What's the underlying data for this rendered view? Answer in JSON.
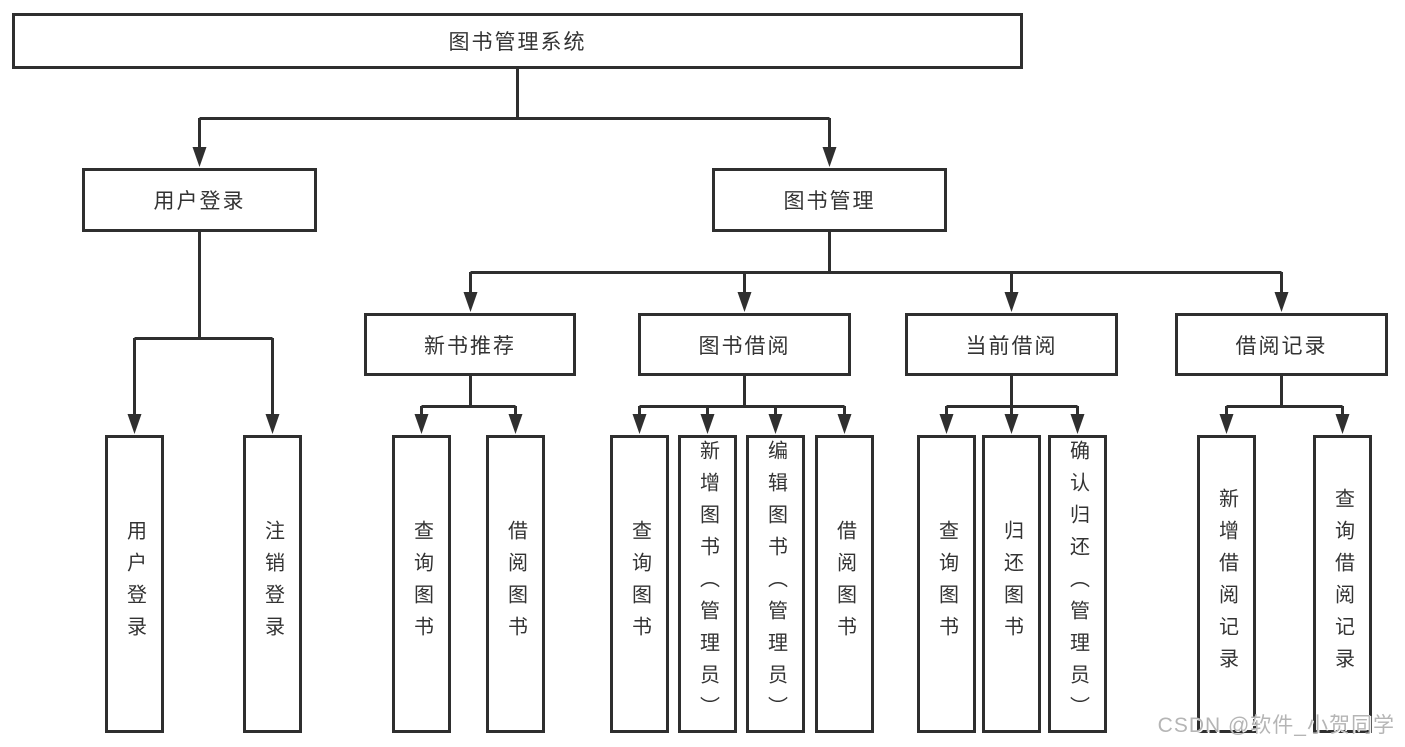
{
  "diagram_type": "hierarchy-tree",
  "tree": {
    "label": "图书管理系统",
    "children": [
      {
        "label": "用户登录",
        "children": [
          {
            "label": "用户登录"
          },
          {
            "label": "注销登录"
          }
        ]
      },
      {
        "label": "图书管理",
        "children": [
          {
            "label": "新书推荐",
            "children": [
              {
                "label": "查询图书"
              },
              {
                "label": "借阅图书"
              }
            ]
          },
          {
            "label": "图书借阅",
            "children": [
              {
                "label": "查询图书"
              },
              {
                "label": "新增图书（管理员）"
              },
              {
                "label": "编辑图书（管理员）"
              },
              {
                "label": "借阅图书"
              }
            ]
          },
          {
            "label": "当前借阅",
            "children": [
              {
                "label": "查询图书"
              },
              {
                "label": "归还图书"
              },
              {
                "label": "确认归还（管理员）"
              }
            ]
          },
          {
            "label": "借阅记录",
            "children": [
              {
                "label": "新增借阅记录"
              },
              {
                "label": "查询借阅记录"
              }
            ]
          }
        ]
      }
    ]
  },
  "watermark": {
    "text": "CSDN @软件_小贺同学"
  },
  "colors": {
    "line": "#2f2f2f",
    "text": "#333333",
    "box_background": "#ffffff",
    "page_background": "#ffffff",
    "watermark": "#b5b5b5"
  }
}
